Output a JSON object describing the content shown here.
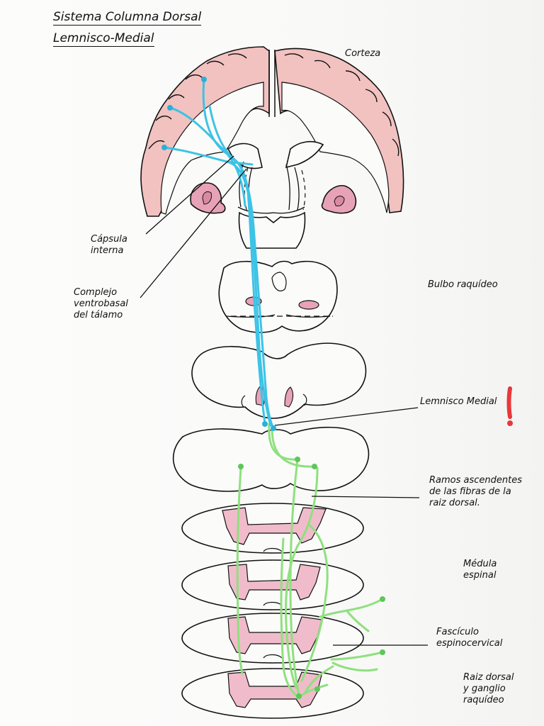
{
  "title": {
    "line1": "Sistema Columna Dorsal",
    "line2": "Lemnisco-Medial"
  },
  "labels": {
    "corteza": "Corteza",
    "capsula": "Cápsula\ninterna",
    "complejo": "Complejo\nventrobasal\ndel tálamo",
    "bulbo": "Bulbo raquídeo",
    "lemnisco": "Lemnisco Medial",
    "ramos": "Ramos ascendentes\nde las fibras de la\nraiz dorsal.",
    "medula": "Médula\nespinal",
    "fasciculo": "Fascículo\nespinocervical",
    "raiz": "Raiz dorsal\ny ganglio\nraquídeo"
  },
  "emphasis_mark": "!",
  "colors": {
    "ink": "#111111",
    "medial_lemniscus_tract": "#3cc3e6",
    "dorsal_root_fibers": "#8fe07e",
    "cortex_fill": "#f2c2c0",
    "gray_matter_fill": "#f0bccb",
    "emphasis": "#e8383c"
  }
}
